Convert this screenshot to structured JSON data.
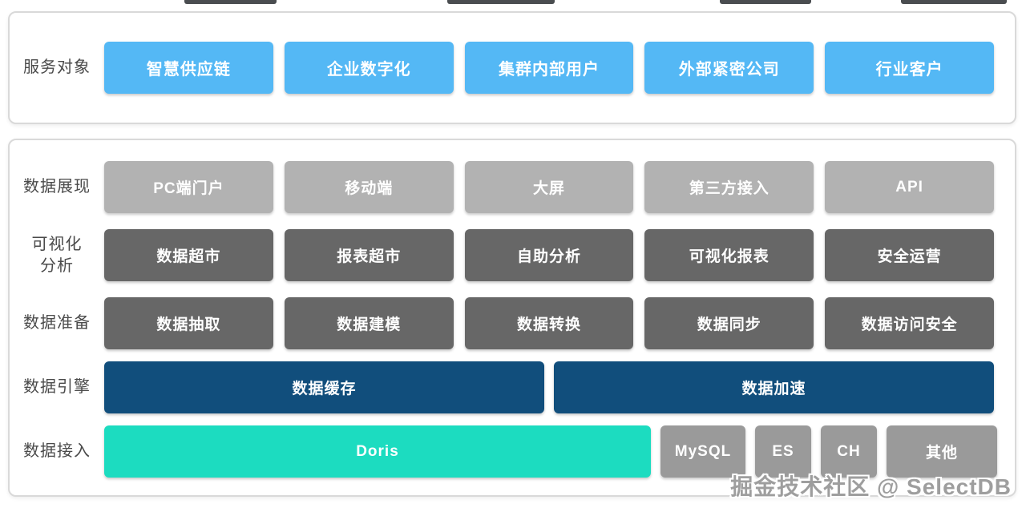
{
  "watermark": "掘金技术社区 @ SelectDB",
  "service_panel": {
    "label": "服务对象",
    "items": [
      "智慧供应链",
      "企业数字化",
      "集群内部用户",
      "外部紧密公司",
      "行业客户"
    ]
  },
  "platform_panel": {
    "rows": [
      {
        "name": "数据展现",
        "label_lines": [
          "数据展现"
        ],
        "items": [
          "PC端门户",
          "移动端",
          "大屏",
          "第三方接入",
          "API"
        ]
      },
      {
        "name": "可视化分析",
        "label_lines": [
          "可视化",
          "分析"
        ],
        "items": [
          "数据超市",
          "报表超市",
          "自助分析",
          "可视化报表",
          "安全运营"
        ]
      },
      {
        "name": "数据准备",
        "label_lines": [
          "数据准备"
        ],
        "items": [
          "数据抽取",
          "数据建模",
          "数据转换",
          "数据同步",
          "数据访问安全"
        ]
      },
      {
        "name": "数据引擎",
        "label_lines": [
          "数据引擎"
        ],
        "items": [
          "数据缓存",
          "数据加速"
        ]
      },
      {
        "name": "数据接入",
        "label_lines": [
          "数据接入"
        ],
        "items": [
          "Doris",
          "MySQL",
          "ES",
          "CH",
          "其他"
        ]
      }
    ]
  },
  "colors": {
    "service_blue": "#54B8F5",
    "display_gray": "#B2B2B2",
    "module_gray": "#676767",
    "engine_navy": "#114E7C",
    "doris_teal": "#1CDCC0",
    "source_gray": "#9A9A9A"
  }
}
